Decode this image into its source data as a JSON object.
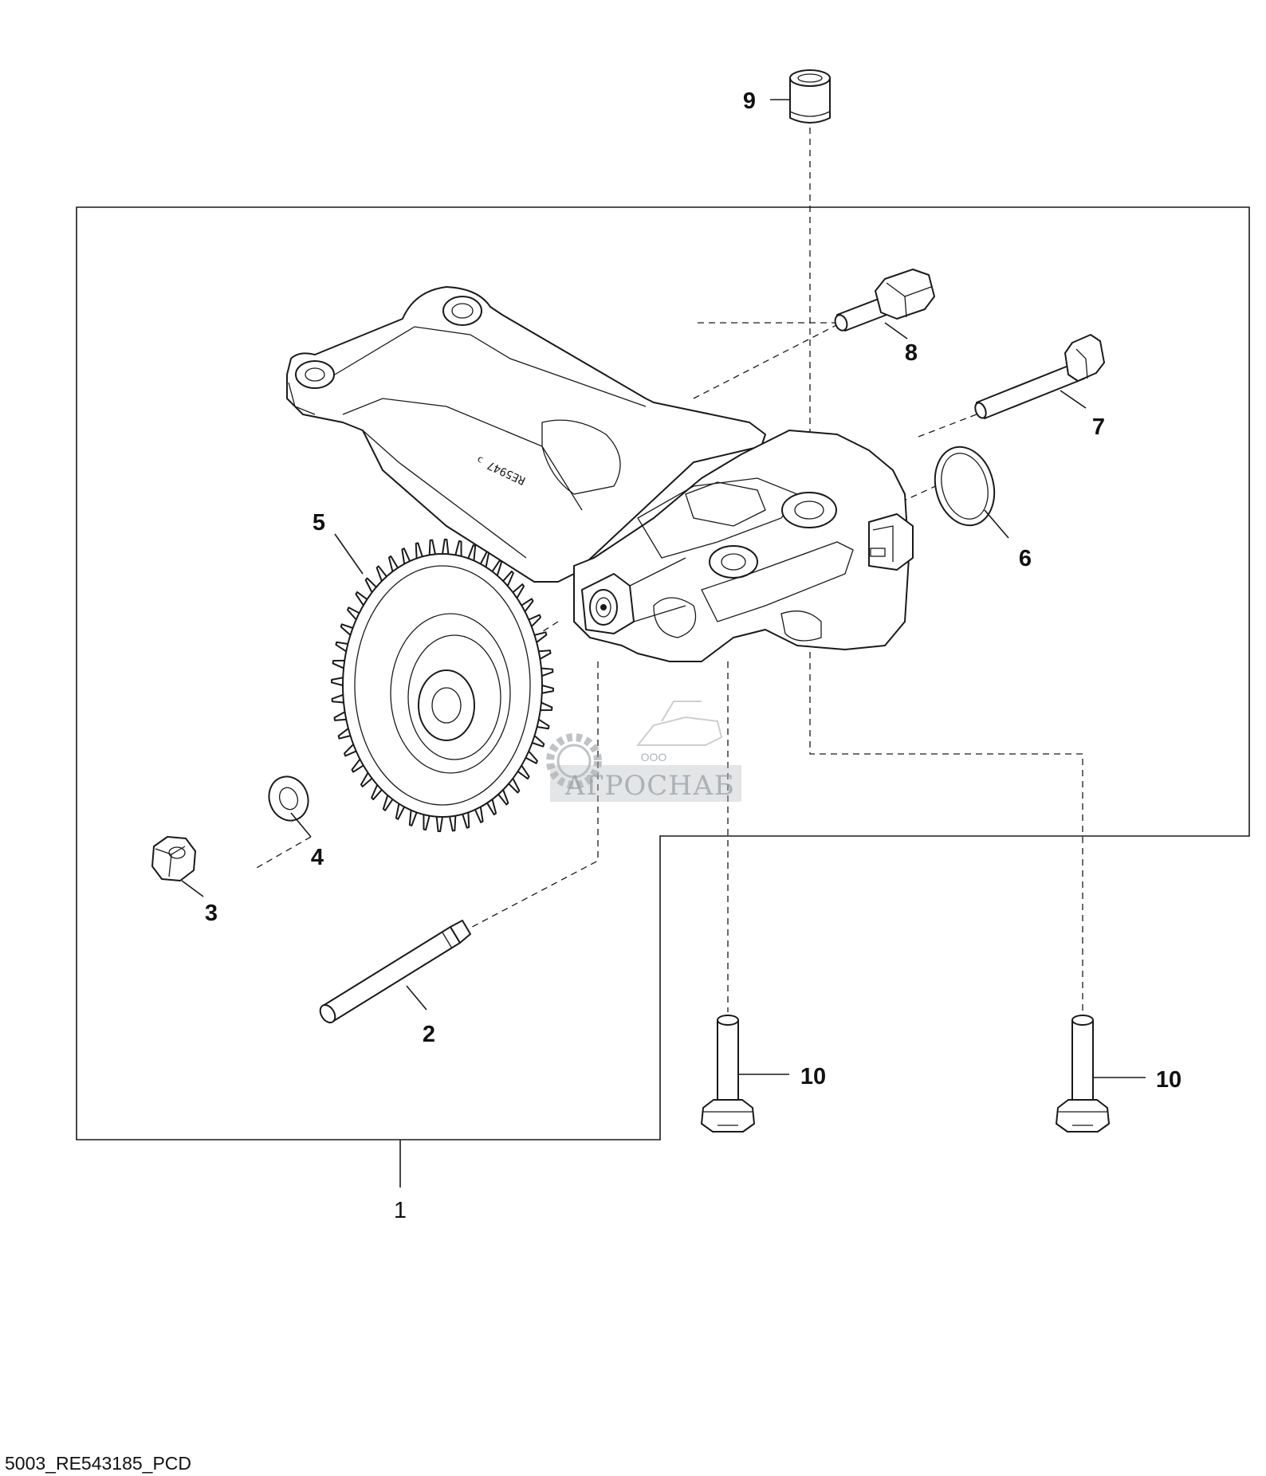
{
  "diagram": {
    "drawing_code": "5003_RE543185_PCD",
    "watermark": {
      "company_prefix": "ООО",
      "company_name": "АГРОСНАБ"
    },
    "part_labels": [
      {
        "id": "p1",
        "text": "1"
      },
      {
        "id": "p2",
        "text": "2"
      },
      {
        "id": "p3",
        "text": "3"
      },
      {
        "id": "p4",
        "text": "4"
      },
      {
        "id": "p5",
        "text": "5"
      },
      {
        "id": "p6",
        "text": "6"
      },
      {
        "id": "p7",
        "text": "7"
      },
      {
        "id": "p8",
        "text": "8"
      },
      {
        "id": "p9",
        "text": "9"
      },
      {
        "id": "p10a",
        "text": "10"
      },
      {
        "id": "p10b",
        "text": "10"
      }
    ]
  }
}
